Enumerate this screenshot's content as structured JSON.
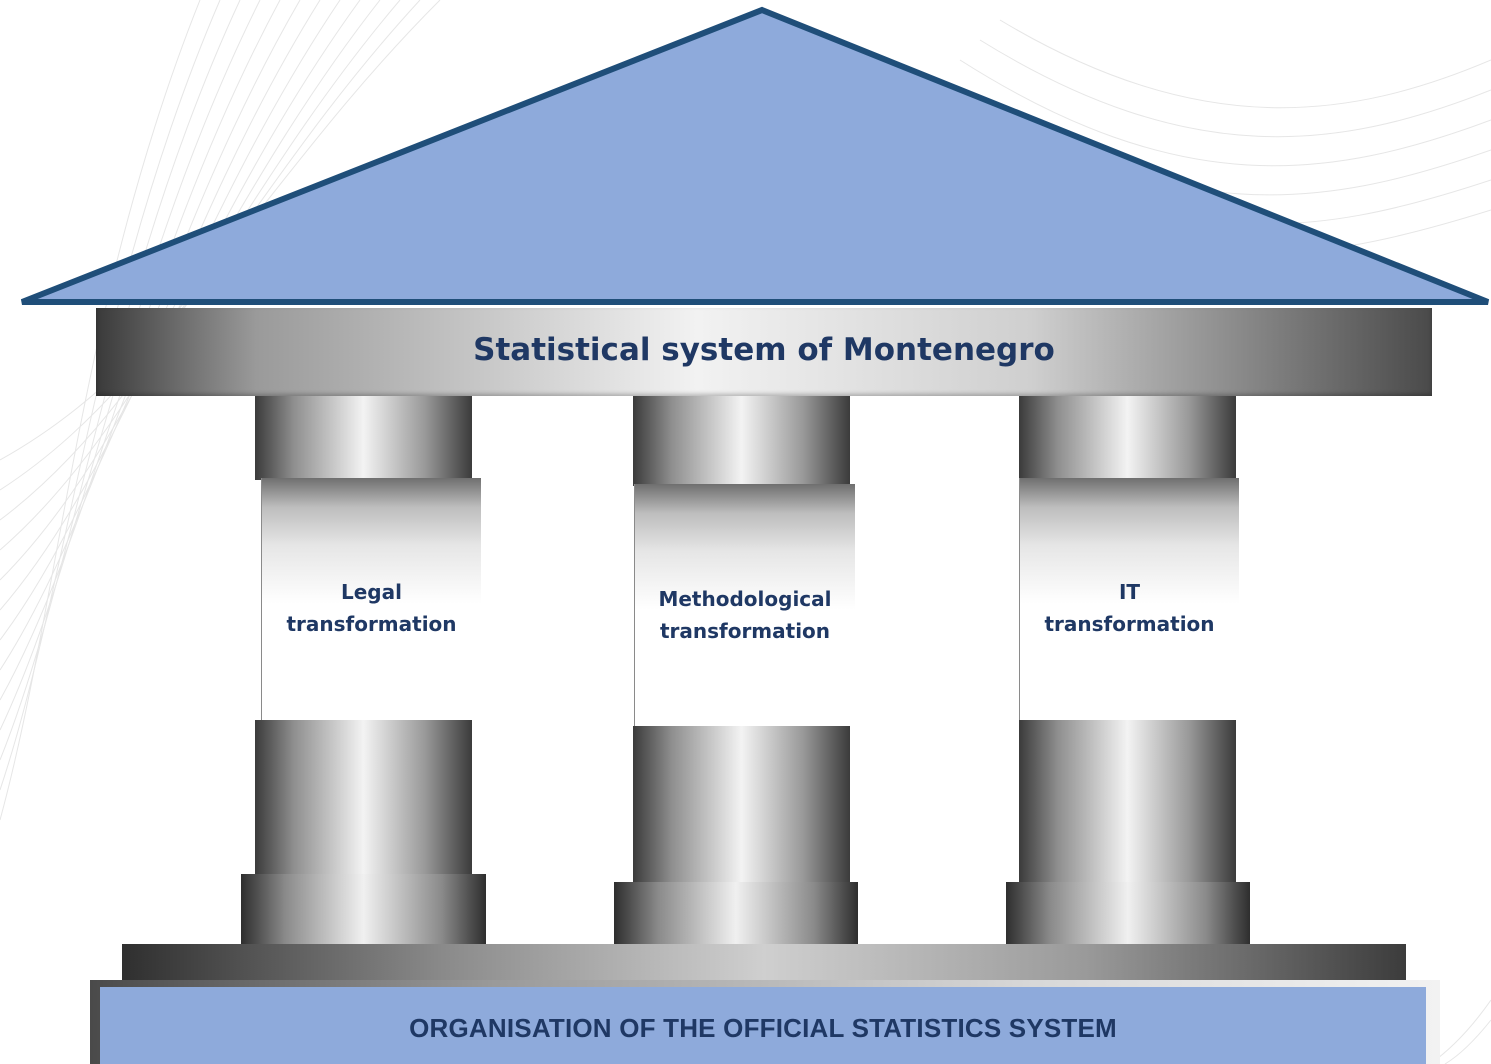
{
  "diagram": {
    "colors": {
      "roof_fill": "#8eaadb",
      "roof_stroke": "#1f4e79",
      "text": "#1f3864",
      "foundation_fill": "#8eaadb"
    },
    "roof": {
      "shape": "triangle"
    },
    "entablature": {
      "title": "Statistical system of Montenegro"
    },
    "pillars": [
      {
        "line1": "Legal",
        "line2": "transformation"
      },
      {
        "line1": "Methodological",
        "line2": "transformation"
      },
      {
        "line1": "IT",
        "line2": "transformation"
      }
    ],
    "foundation": {
      "label": "ORGANISATION OF THE OFFICIAL STATISTICS SYSTEM"
    }
  }
}
